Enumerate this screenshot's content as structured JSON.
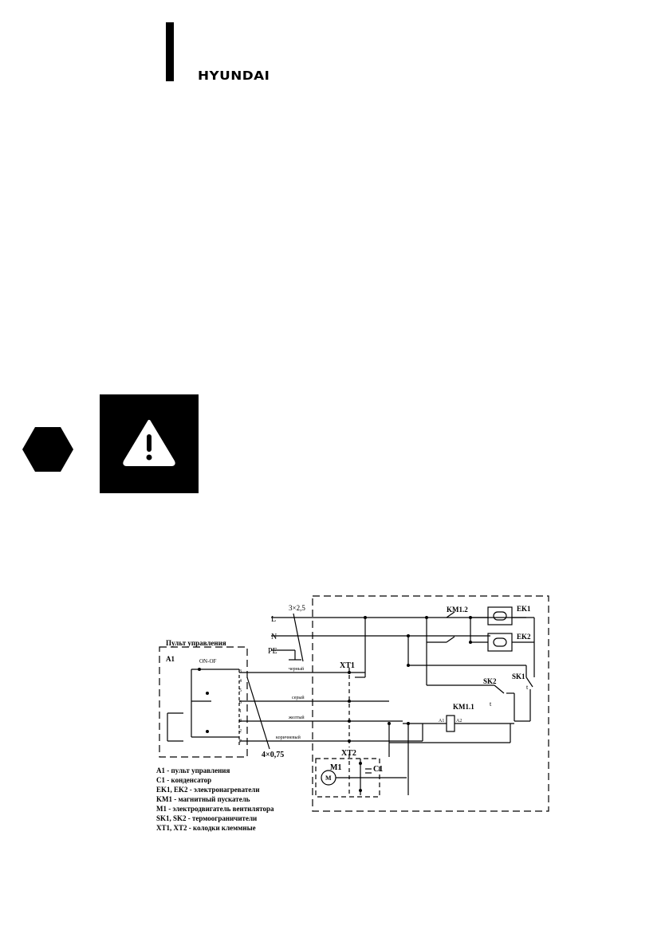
{
  "header": {
    "brand": "HYUNDAI"
  },
  "warning": {
    "icon": "warning-triangle-icon",
    "marker_icon": "hexagon-icon"
  },
  "diagram": {
    "cable_main": "3×2,5",
    "cable_control": "4×0,75",
    "lines": {
      "l": "L",
      "n": "N",
      "pe": "PE"
    },
    "panel_title": "Пульт управления",
    "panel_id": "A1",
    "switch_label": "ON-OF",
    "terminal_xt1": "XT1",
    "terminal_xt2": "XT2",
    "km12": "KM1.2",
    "km11": "KM1.1",
    "coil_a1": "A1",
    "coil_a2": "A2",
    "ek1": "EK1",
    "ek2": "EK2",
    "sk1": "SK1",
    "sk2": "SK2",
    "t_label": "t",
    "motor": "M1",
    "motor_symbol": "M",
    "capacitor": "C1",
    "pins": [
      "3",
      "4",
      "5",
      "6",
      "1",
      "8",
      "2",
      "7"
    ],
    "wires": {
      "black": "черный",
      "gray": "серый",
      "yellow": "желтый",
      "brown": "коричневый"
    },
    "legend": [
      "A1 - пульт управления",
      "C1 - конденсатор",
      "EK1, EK2 - электронагреватели",
      "KM1 - магнитный пускатель",
      "M1 - электродвигатель вентилятора",
      "SK1, SK2 - термоограничители",
      "XT1, XT2 - колодки клеммные"
    ]
  }
}
